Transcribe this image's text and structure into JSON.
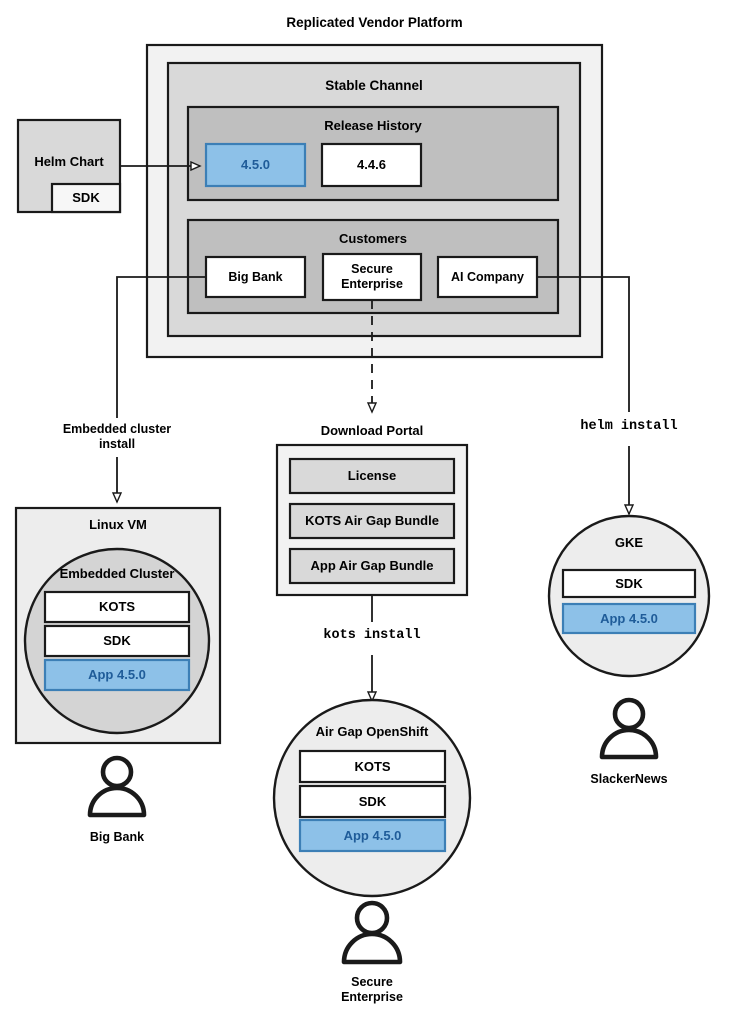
{
  "diagram": {
    "title": "Replicated Vendor Platform",
    "colors": {
      "outer_panel": "#F2F2F2",
      "channel_panel": "#D9D9D9",
      "section_panel": "#BFBFBF",
      "release_highlight": "#8DC1E8",
      "release_highlight_border": "#3C7FB6",
      "release_highlight_text": "#1F5C99",
      "box_white": "#FFFFFF",
      "cluster_fill": "#D4D4D4",
      "vm_fill": "#EDEDED",
      "stroke": "#1A1A1A",
      "portal_fill": "#F2F2F2",
      "portal_item_fill": "#D9D9D9"
    },
    "platform": {
      "label": "Replicated Vendor Platform",
      "channel": {
        "label": "Stable Channel",
        "release_history": {
          "label": "Release History",
          "releases": [
            {
              "version": "4.5.0",
              "highlighted": true
            },
            {
              "version": "4.4.6",
              "highlighted": false
            }
          ]
        },
        "customers": {
          "label": "Customers",
          "items": [
            {
              "name": "Big Bank"
            },
            {
              "name": "Secure\nEnterprise"
            },
            {
              "name": "AI Company"
            }
          ]
        }
      }
    },
    "source": {
      "label": "Helm Chart",
      "sub_label": "SDK"
    },
    "download_portal": {
      "label": "Download Portal",
      "items": [
        {
          "label": "License"
        },
        {
          "label": "KOTS Air Gap Bundle"
        },
        {
          "label": "App Air Gap Bundle"
        }
      ]
    },
    "targets": [
      {
        "id": "linux-vm",
        "label": "Linux VM",
        "inner_label": "Embedded Cluster",
        "components": [
          {
            "label": "KOTS",
            "highlighted": false
          },
          {
            "label": "SDK",
            "highlighted": false
          },
          {
            "label": "App 4.5.0",
            "highlighted": true
          }
        ],
        "actor": "Big Bank"
      },
      {
        "id": "airgap-openshift",
        "label": "Air Gap OpenShift",
        "components": [
          {
            "label": "KOTS",
            "highlighted": false
          },
          {
            "label": "SDK",
            "highlighted": false
          },
          {
            "label": "App 4.5.0",
            "highlighted": true
          }
        ],
        "actor": "Secure\nEnterprise"
      },
      {
        "id": "gke",
        "label": "GKE",
        "components": [
          {
            "label": "SDK",
            "highlighted": false
          },
          {
            "label": "App 4.5.0",
            "highlighted": true
          }
        ],
        "actor": "SlackerNews"
      }
    ],
    "edge_labels": [
      {
        "id": "embedded-cluster-install",
        "text": "Embedded cluster\ninstall",
        "mono": false
      },
      {
        "id": "kots-install",
        "text": "kots install",
        "mono": true
      },
      {
        "id": "helm-install",
        "text": "helm install",
        "mono": true
      }
    ]
  }
}
